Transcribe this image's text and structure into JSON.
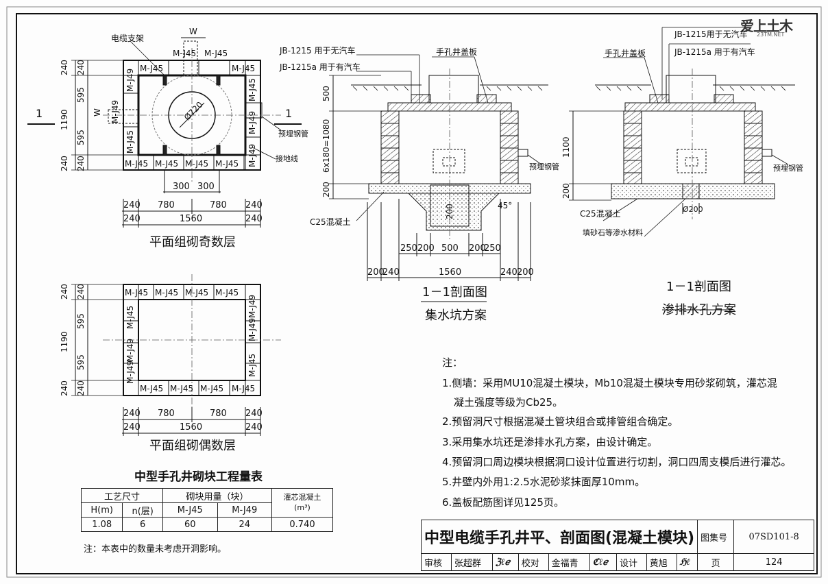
{
  "watermark": {
    "brand": "爱上土木",
    "site": "23TM.NET"
  },
  "plan_odd": {
    "title": "平面组砌奇数层",
    "labels": {
      "cable_bracket": "电缆支架",
      "w": "W",
      "embedded_pipe": "预埋钢管",
      "ground_wire": "接地线",
      "section_mark": "1",
      "dia": "Ø720",
      "block45": "M-J45",
      "block49": "M-J49"
    },
    "dims": {
      "d240": "240",
      "d595": "595",
      "d1190": "1190",
      "d300": "300",
      "d780": "780",
      "d1560": "1560"
    }
  },
  "plan_even": {
    "title": "平面组砌偶数层"
  },
  "section_pit": {
    "label_a": "JB-1215 用于无汽车",
    "label_b": "JB-1215a 用于有汽车",
    "cover": "手孔井盖板",
    "pipe": "预埋钢管",
    "concrete": "C25混凝土",
    "dim500": "500",
    "dim6x180": "6x180=1080",
    "dim200": "200",
    "angle": "45°",
    "bottom_dims": [
      "250",
      "200",
      "500",
      "200",
      "250"
    ],
    "outer_dims": [
      "200",
      "240",
      "1560",
      "240",
      "200"
    ],
    "title": "1－1剖面图",
    "subtitle": "集水坑方案"
  },
  "section_drain": {
    "label_a": "JB-1215用于无汽车",
    "label_b": "JB-1215a 用于有汽车",
    "cover": "手孔井盖板",
    "pipe": "预埋钢管",
    "concrete": "C25混凝土",
    "fill": "填砂石等渗水材料",
    "dim1100": "1100",
    "dim200": "200",
    "dia200": "Ø200",
    "title": "1－1剖面图",
    "subtitle": "渗排水孔方案"
  },
  "notes": {
    "heading": "注：",
    "items": [
      "1.侧墙：采用MU10混凝土模块，Mb10混凝土模块专用砂浆砌筑，灌芯混",
      "凝土强度等级为Cb25。",
      "2.预留洞尺寸根据混凝土管块组合或排管组合确定。",
      "3.采用集水坑还是渗排水孔方案，由设计确定。",
      "4.预留洞口周边模块根据洞口设计位置进行切割，洞口四周支模后进行灌芯。",
      "5.井壁内外用1:2.5水泥砂浆抹面厚10mm。",
      "6.盖板配筋图详见125页。"
    ]
  },
  "quantity_table": {
    "title": "中型手孔井砌块工程量表",
    "h_craft": "工艺尺寸",
    "h_blocks": "砌块用量（块）",
    "h_concrete": "灌芯混凝土",
    "h_unit": "(m³)",
    "h_h": "H(m)",
    "h_n": "n(层)",
    "h_j45": "M-J45",
    "h_j49": "M-J49",
    "row": [
      "1.08",
      "6",
      "60",
      "24",
      "0.740"
    ],
    "footnote": "注：本表中的数量未考虑开洞影响。"
  },
  "title_block": {
    "title": "中型电缆手孔井平、剖面图(混凝土模块)",
    "atlas_label": "图集号",
    "atlas_no": "07SD101-8",
    "review": "审核",
    "reviewer": "张超群",
    "check": "校对",
    "checker": "金福青",
    "design": "设计",
    "designer": "黄旭",
    "page_label": "页",
    "page_no": "124"
  }
}
